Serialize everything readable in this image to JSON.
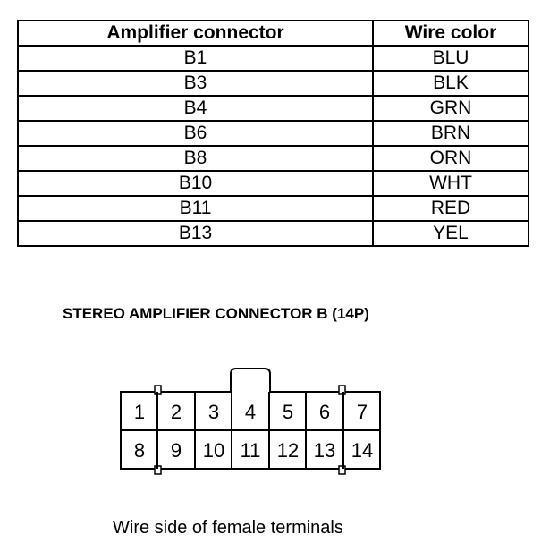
{
  "table": {
    "headers": {
      "connector": "Amplifier connector",
      "wire_color": "Wire color"
    },
    "rows": [
      {
        "connector": "B1",
        "color": "BLU"
      },
      {
        "connector": "B3",
        "color": "BLK"
      },
      {
        "connector": "B4",
        "color": "GRN"
      },
      {
        "connector": "B6",
        "color": "BRN"
      },
      {
        "connector": "B8",
        "color": "ORN"
      },
      {
        "connector": "B10",
        "color": "WHT"
      },
      {
        "connector": "B11",
        "color": "RED"
      },
      {
        "connector": "B13",
        "color": "YEL"
      }
    ]
  },
  "diagram": {
    "title": "STEREO AMPLIFIER CONNECTOR B (14P)",
    "top_row_pins": [
      "1",
      "2",
      "3",
      "4",
      "5",
      "6",
      "7"
    ],
    "bottom_row_pins": [
      "8",
      "9",
      "10",
      "11",
      "12",
      "13",
      "14"
    ],
    "caption": "Wire side of female terminals"
  }
}
